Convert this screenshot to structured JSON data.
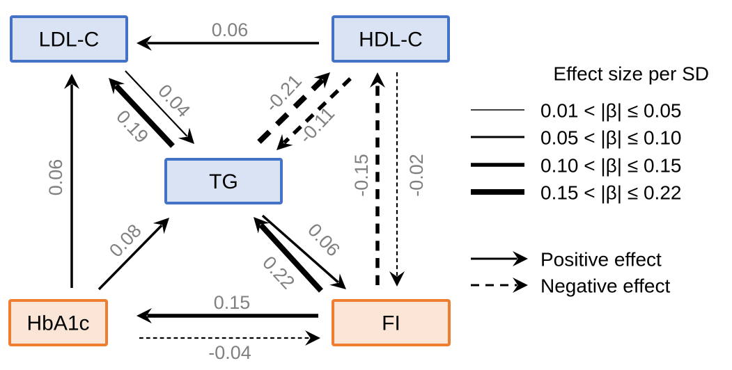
{
  "nodes": [
    {
      "id": "LDL-C",
      "label": "LDL-C",
      "group": "lipid"
    },
    {
      "id": "HDL-C",
      "label": "HDL-C",
      "group": "lipid"
    },
    {
      "id": "TG",
      "label": "TG",
      "group": "lipid"
    },
    {
      "id": "HbA1c",
      "label": "HbA1c",
      "group": "glycemic"
    },
    {
      "id": "FI",
      "label": "FI",
      "group": "glycemic"
    }
  ],
  "groups": {
    "lipid": {
      "fill": "#dae3f3",
      "stroke": "#4472c4"
    },
    "glycemic": {
      "fill": "#fbe5d6",
      "stroke": "#ed7d31"
    }
  },
  "edges": [
    {
      "from": "HDL-C",
      "to": "LDL-C",
      "beta": 0.06,
      "label": "0.06"
    },
    {
      "from": "LDL-C",
      "to": "TG",
      "beta": 0.04,
      "label": "0.04"
    },
    {
      "from": "TG",
      "to": "LDL-C",
      "beta": 0.19,
      "label": "0.19"
    },
    {
      "from": "TG",
      "to": "HDL-C",
      "beta": -0.21,
      "label": "-0.21"
    },
    {
      "from": "HDL-C",
      "to": "TG",
      "beta": -0.11,
      "label": "-0.11"
    },
    {
      "from": "FI",
      "to": "HDL-C",
      "beta": -0.15,
      "label": "-0.15"
    },
    {
      "from": "HDL-C",
      "to": "FI",
      "beta": -0.02,
      "label": "-0.02"
    },
    {
      "from": "HbA1c",
      "to": "LDL-C",
      "beta": 0.06,
      "label": "0.06"
    },
    {
      "from": "HbA1c",
      "to": "TG",
      "beta": 0.08,
      "label": "0.08"
    },
    {
      "from": "TG",
      "to": "FI",
      "beta": 0.06,
      "label": "0.06"
    },
    {
      "from": "FI",
      "to": "TG",
      "beta": 0.22,
      "label": "0.22"
    },
    {
      "from": "FI",
      "to": "HbA1c",
      "beta": 0.15,
      "label": "0.15"
    },
    {
      "from": "HbA1c",
      "to": "FI",
      "beta": -0.04,
      "label": "-0.04"
    }
  ],
  "legend": {
    "title": "Effect size per SD",
    "width_items": [
      {
        "label": "0.01 < |β| ≤ 0.05",
        "level": 1
      },
      {
        "label": "0.05 < |β| ≤ 0.10",
        "level": 2
      },
      {
        "label": "0.10 < |β| ≤ 0.15",
        "level": 3
      },
      {
        "label": "0.15 < |β| ≤ 0.22",
        "level": 4
      }
    ],
    "style_items": [
      {
        "label": "Positive effect",
        "style": "solid"
      },
      {
        "label": "Negative effect",
        "style": "dashed"
      }
    ]
  },
  "colors": {
    "edge": "#000000",
    "edge_label": "#808080"
  }
}
